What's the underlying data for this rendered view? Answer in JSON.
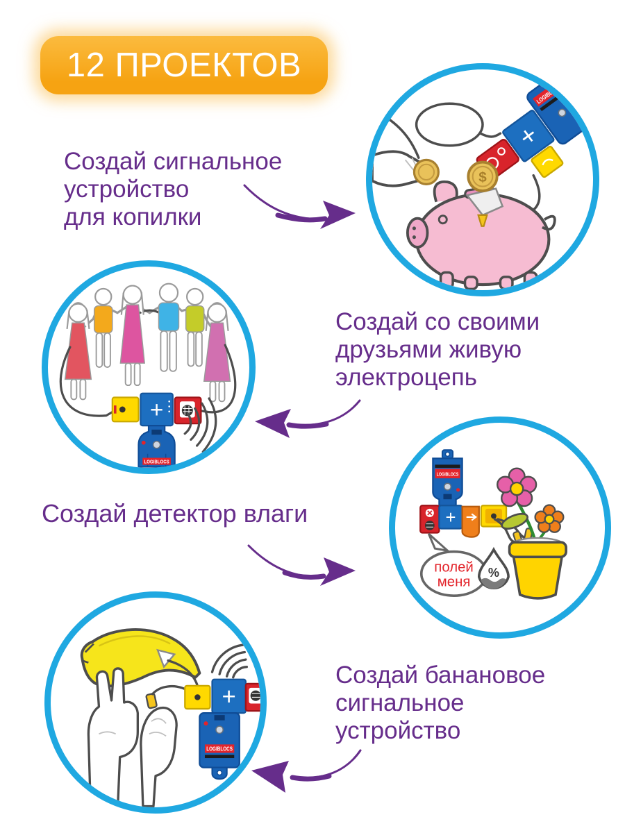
{
  "header": {
    "badge_label": "12 ПРОЕКТОВ"
  },
  "projects": [
    {
      "id": "piggy-bank-alarm",
      "caption": "Создай сигнальное\nустройство\nдля копилки",
      "illustration": "piggy-bank-coin-alarm",
      "image_side": "right"
    },
    {
      "id": "human-circuit",
      "caption": "Создай со своими\nдрузьями живую\nэлектроцепь",
      "illustration": "friends-holding-hands-circuit",
      "image_side": "left"
    },
    {
      "id": "moisture-detector",
      "caption": "Создай детектор влаги",
      "illustration": "flower-pot-moisture-detector",
      "image_side": "right"
    },
    {
      "id": "banana-alarm",
      "caption": "Создай банановое\nсигнальное\nустройство",
      "illustration": "banana-touch-alarm",
      "image_side": "left"
    }
  ],
  "brand": {
    "block_label": "LOGIBLOCS",
    "plus_label": "+"
  },
  "illustration_text": {
    "speech_line1": "полей",
    "speech_line2": "меня",
    "percent_label": "%",
    "dollar_label": "$"
  },
  "palette": {
    "caption_purple": "#662D8B",
    "arrow_purple": "#662D8B",
    "circle_border_blue": "#1FA8E1",
    "badge_orange": "#F6A419",
    "block_red": "#D8242B",
    "block_blue": "#1D6FC0",
    "power_block_blue": "#1A63B5",
    "block_yellow": "#FFD900",
    "block_orange": "#EF7F1B",
    "pig_pink": "#F6BCD2",
    "banana_yellow": "#F6E51B",
    "pot_yellow": "#FFD400",
    "coin_gold": "#E9C25A",
    "speech_text_red": "#E3242B"
  }
}
